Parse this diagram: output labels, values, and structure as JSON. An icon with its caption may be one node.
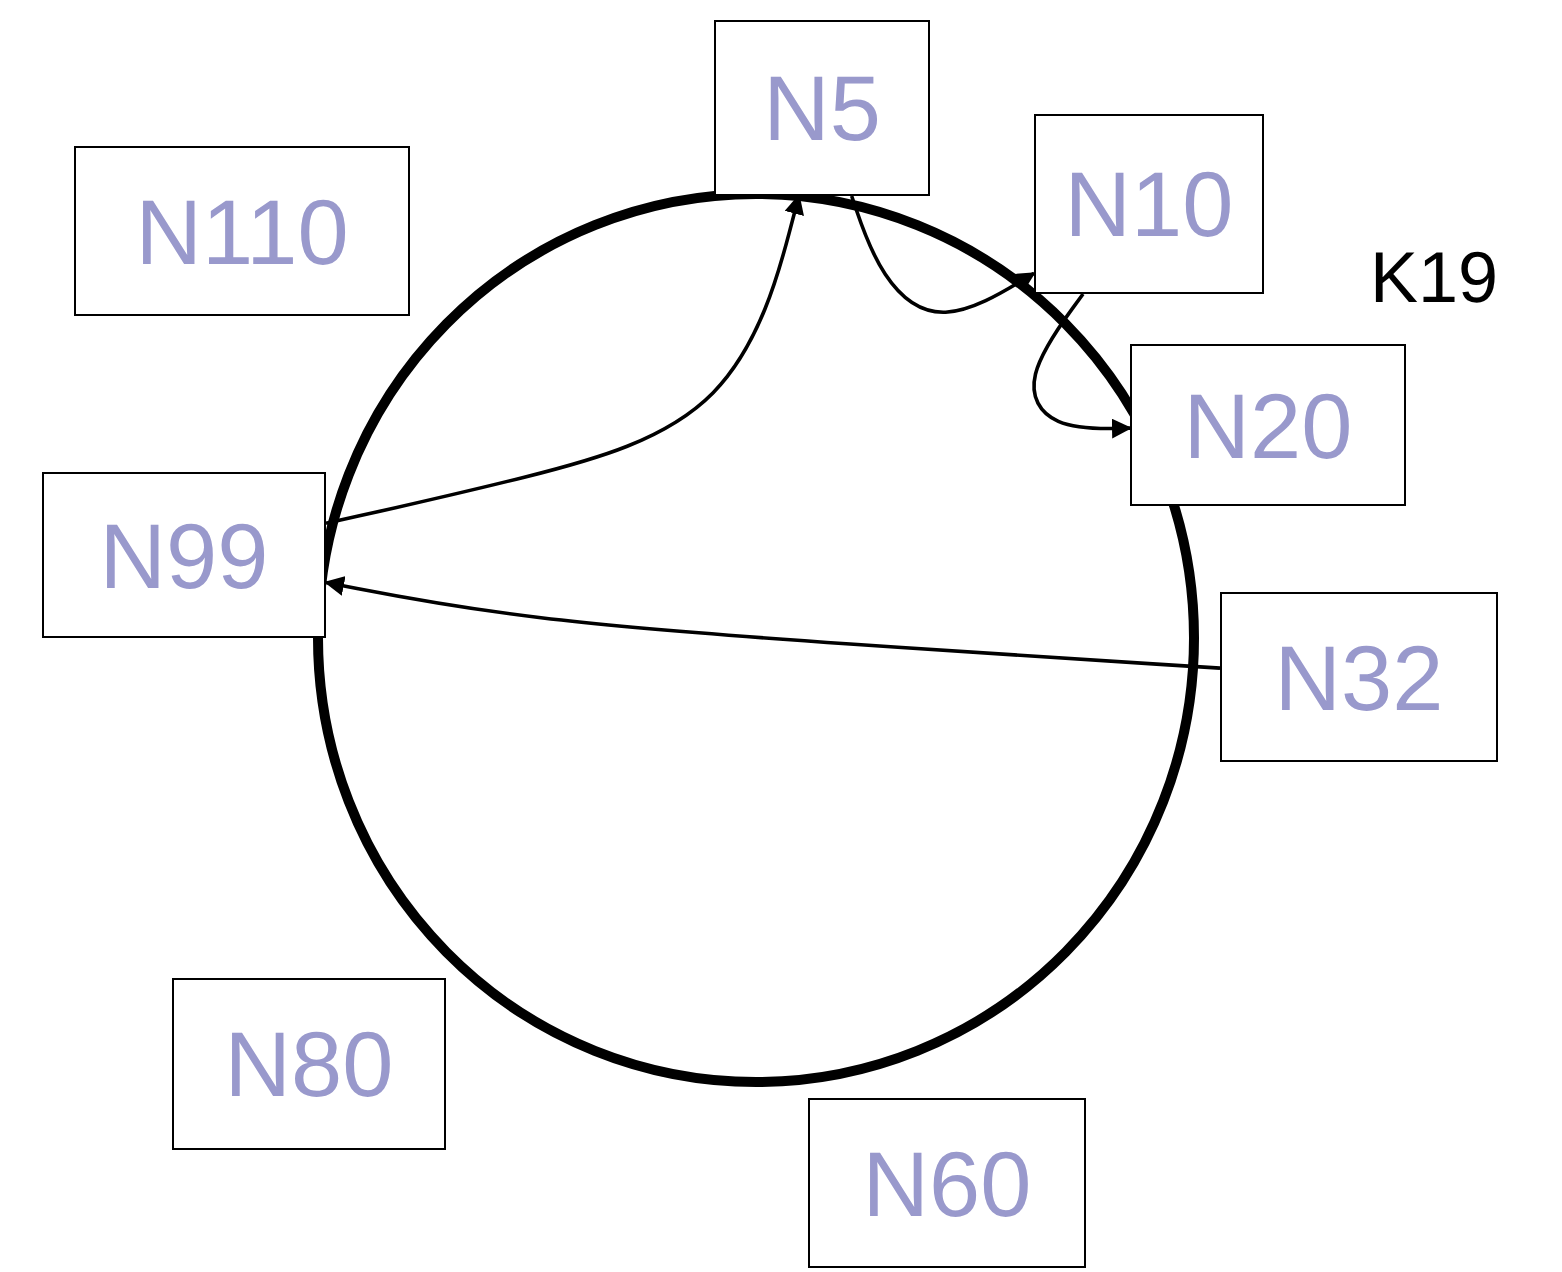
{
  "diagram": {
    "nodes": [
      {
        "text": [
          "N5"
        ]
      },
      {
        "text": [
          "N10"
        ]
      },
      {
        "text": [
          "N110"
        ]
      },
      {
        "text": [
          "N20"
        ]
      },
      {
        "text": [
          "N99"
        ]
      },
      {
        "text": [
          "N32"
        ]
      },
      {
        "text": [
          "N80"
        ]
      },
      {
        "text": [
          "N60"
        ]
      }
    ],
    "edges": [
      {
        "from": 5,
        "to": 4,
        "arrow": "to"
      },
      {
        "from": 4,
        "to": 0,
        "arrow": "to"
      },
      {
        "from": 0,
        "to": 1,
        "arrow": "to"
      },
      {
        "from": 1,
        "to": 3,
        "arrow": "to"
      }
    ],
    "labels": [
      "K19"
    ]
  }
}
